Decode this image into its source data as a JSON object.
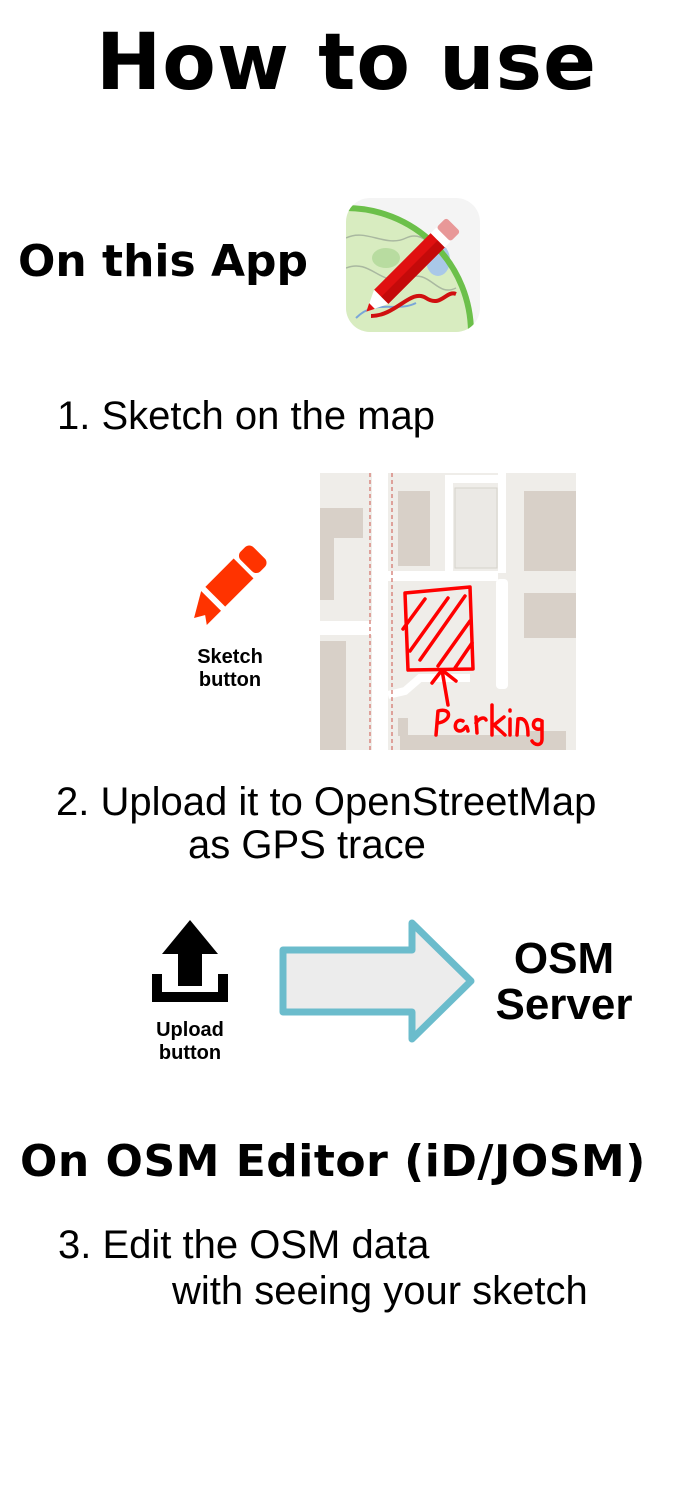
{
  "title": "How to use",
  "section_app": {
    "heading": "On this App",
    "app_icon": "app-icon-map-with-red-pencil"
  },
  "step1": {
    "label": "1. Sketch on the map",
    "sketch_button": {
      "icon": "pencil-icon",
      "caption_line1": "Sketch",
      "caption_line2": "button",
      "color": "#ff3300"
    },
    "map_annotation": "Parking",
    "sketch_color": "#ff0000"
  },
  "step2": {
    "label_line1": "2. Upload it to OpenStreetMap",
    "label_line2": "as GPS trace",
    "upload_button": {
      "icon": "upload-icon",
      "caption_line1": "Upload",
      "caption_line2": "button"
    },
    "arrow": {
      "icon": "arrow-right-icon",
      "stroke": "#6bbccc",
      "fill": "#ececec"
    },
    "destination_line1": "OSM",
    "destination_line2": "Server"
  },
  "section_editor": {
    "heading": "On OSM Editor (iD/JOSM)"
  },
  "step3": {
    "label_line1": "3. Edit the OSM data",
    "label_line2": "with seeing your sketch"
  }
}
